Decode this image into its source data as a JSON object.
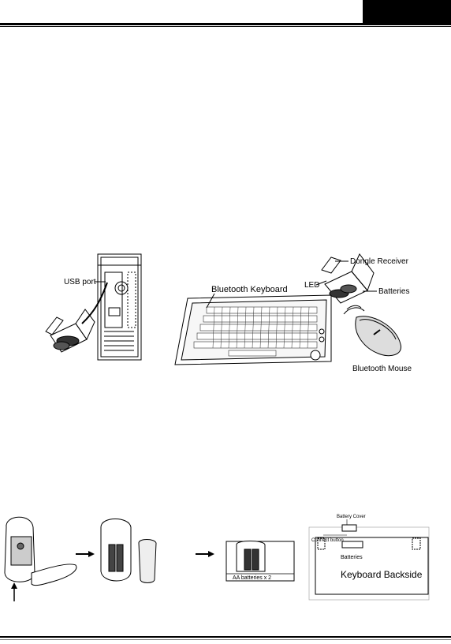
{
  "figure1": {
    "usb_port": "USB port",
    "bluetooth_keyboard": "Bluetooth Keyboard",
    "dongle_receiver": "Dongle Receiver",
    "led": "LED",
    "batteries": "Batteries",
    "bluetooth_mouse": "Bluetooth Mouse"
  },
  "figure2": {
    "aa_batteries": "AA  batteries x 2",
    "battery_cover": "Battery Cover",
    "connect_button": "Connect button",
    "batteries": "Batteries",
    "keyboard_backside": "Keyboard Backside"
  }
}
